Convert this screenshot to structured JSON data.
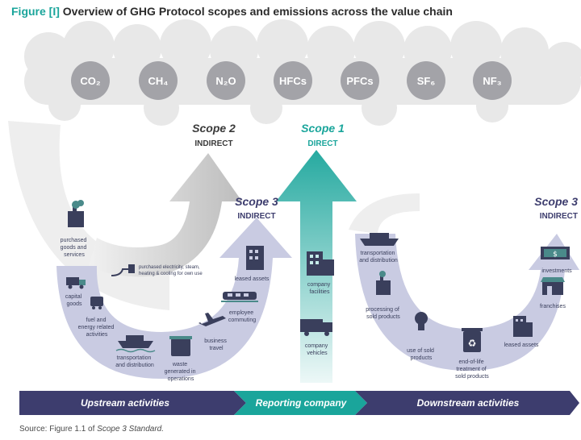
{
  "title": {
    "prefix": "Figure [I]",
    "text": "Overview of GHG Protocol scopes and emissions across the value chain"
  },
  "gases": [
    "CO₂",
    "CH₄",
    "N₂O",
    "HFCs",
    "PFCs",
    "SF₆",
    "NF₃"
  ],
  "scopes": {
    "scope2": {
      "title": "Scope 2",
      "subtitle": "INDIRECT"
    },
    "scope1": {
      "title": "Scope 1",
      "subtitle": "DIRECT"
    },
    "scope3_up": {
      "title": "Scope 3",
      "subtitle": "INDIRECT"
    },
    "scope3_down": {
      "title": "Scope 3",
      "subtitle": "INDIRECT"
    }
  },
  "upstream_items": {
    "purchased_goods": [
      "purchased",
      "goods and",
      "services"
    ],
    "capital_goods": [
      "capital",
      "goods"
    ],
    "fuel_energy": [
      "fuel and",
      "energy related",
      "activities"
    ],
    "transport": [
      "transportation",
      "and distribution"
    ],
    "waste": [
      "waste",
      "generated in",
      "operations"
    ],
    "business_travel": [
      "business",
      "travel"
    ],
    "commuting": [
      "employee",
      "commuting"
    ],
    "leased_assets": [
      "leased assets"
    ],
    "purchased_electricity": [
      "purchased electricity, steam,",
      "heating & cooling for own use"
    ]
  },
  "reporting_items": {
    "facilities": [
      "company",
      "facilities"
    ],
    "vehicles": [
      "company",
      "vehicles"
    ]
  },
  "downstream_items": {
    "transport": [
      "transportation",
      "and distribution"
    ],
    "processing": [
      "processing of",
      "sold products"
    ],
    "use": [
      "use of sold",
      "products"
    ],
    "end_of_life": [
      "end-of-life",
      "treatment of",
      "sold products"
    ],
    "leased_assets": [
      "leased assets"
    ],
    "franchises": [
      "franchises"
    ],
    "investments": [
      "investments"
    ]
  },
  "band": {
    "upstream": "Upstream activities",
    "reporting": "Reporting company",
    "downstream": "Downstream activities"
  },
  "source": {
    "prefix": "Source: Figure 1.1 of",
    "doc": "Scope 3 Standard."
  },
  "colors": {
    "teal": "#1aa59b",
    "purple": "#3d3d6e",
    "lavender": "#c9cbe2",
    "gray_arrow": "#c8c8c8",
    "gas_circle": "#a3a3a8",
    "cloud": "#e6e6e6"
  }
}
